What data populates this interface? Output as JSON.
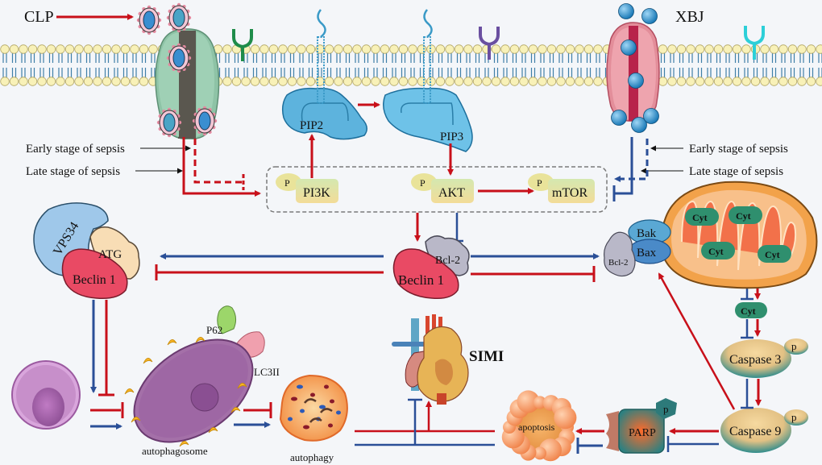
{
  "title": "Xuebijing (XBJ) regulation of autophagy and apoptosis via PI3K/AKT/mTOR in sepsis-induced myocardial injury",
  "colors": {
    "activation": "#c8101a",
    "inhibition": "#2a4f97",
    "background": "#f4f6f9",
    "membrane_head": "#f8f1b8",
    "membrane_tail": "#3f7fa8",
    "pathway_box": "#7a7a7a",
    "kinase_fill": "#d8e6a8",
    "cyt_fill": "#2f8f6e",
    "mito_outer": "#f2a24a",
    "mito_inner": "#f26b4a",
    "caspase_fill": "#e8c988",
    "beclin_fill": "#e94a64",
    "bcl2_fill": "#b9b8c8",
    "vps34_fill": "#9fc8ea",
    "atg_fill": "#f8ddb5"
  },
  "stimuli": {
    "clp": "CLP",
    "xbj": "XBJ"
  },
  "stages": {
    "early": "Early stage of sepsis",
    "late": "Late stage of sepsis"
  },
  "membrane": {
    "pip2": "PIP2",
    "pip3": "PIP3"
  },
  "pathway": {
    "p_label": "P",
    "pi3k": "PI3K",
    "akt": "AKT",
    "mtor": "mTOR"
  },
  "complex_left": {
    "vps34": "VPS34",
    "atg": "ATG",
    "beclin": "Beclin 1"
  },
  "complex_center": {
    "bcl2": "Bcl-2",
    "beclin": "Beclin 1"
  },
  "mito_side": {
    "bak": "Bak",
    "bax": "Bax",
    "bcl2": "Bcl-2",
    "cyt": "Cyt",
    "cyt_released": "Cyt"
  },
  "apoptosis_chain": {
    "caspase3": "Caspase 3",
    "caspase9": "Caspase 9",
    "parp": "PARP",
    "p_label": "p",
    "apoptosis": "apoptosis"
  },
  "autophagy_chain": {
    "p62": "P62",
    "lc3": "LC3II",
    "autophagosome": "autophagosome",
    "autophagy": "autophagy"
  },
  "outcome": {
    "simi": "SIMI"
  }
}
